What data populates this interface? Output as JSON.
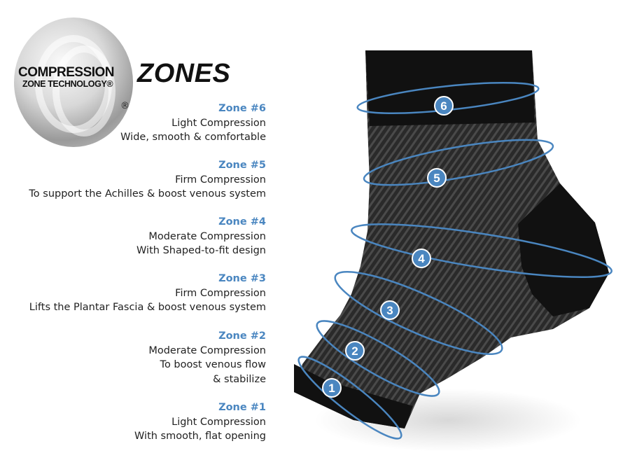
{
  "logo": {
    "line1": "COMPRESSION",
    "line2": "ZONE TECHNOLOGY®",
    "registered": "®"
  },
  "title": "ZONES",
  "accent_color": "#4a86c0",
  "zones": [
    {
      "number": "6",
      "title": "Zone #6",
      "lines": [
        "Light Compression",
        "Wide, smooth & comfortable"
      ]
    },
    {
      "number": "5",
      "title": "Zone #5",
      "lines": [
        "Firm Compression",
        "To support the Achilles & boost venous system"
      ]
    },
    {
      "number": "4",
      "title": "Zone #4",
      "lines": [
        "Moderate Compression",
        "With Shaped-to-fit design"
      ]
    },
    {
      "number": "3",
      "title": "Zone #3",
      "lines": [
        "Firm Compression",
        "Lifts the Plantar Fascia & boost venous system"
      ]
    },
    {
      "number": "2",
      "title": "Zone #2",
      "lines": [
        "Moderate Compression",
        "To boost venous flow",
        "& stabilize"
      ]
    },
    {
      "number": "1",
      "title": "Zone #1",
      "lines": [
        "Light Compression",
        "With smooth, flat opening"
      ]
    }
  ]
}
